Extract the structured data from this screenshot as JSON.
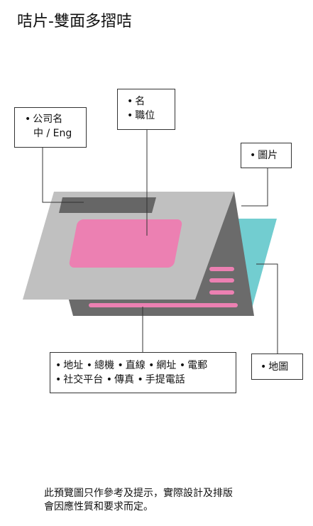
{
  "title": "咭片-雙面多摺咭",
  "labels": {
    "company": [
      "公司名",
      "中 / Eng"
    ],
    "name_position": [
      "名",
      "職位"
    ],
    "image": "圖片",
    "contact_line1": [
      "地址",
      "總機",
      "直線",
      "網址",
      "電郵"
    ],
    "contact_line2": [
      "社交平台",
      "傳真",
      "手提電話"
    ],
    "map": "地圖"
  },
  "colors": {
    "front_panel": "#c0c0c0",
    "back_panel": "#6b6b6b",
    "pink": "#ec80b2",
    "teal": "#72cdd0",
    "dark_bar": "#666666"
  },
  "footnote": [
    "此預覽圖只作參考及提示，實際設計及排版",
    "會因應性質和要求而定。"
  ]
}
